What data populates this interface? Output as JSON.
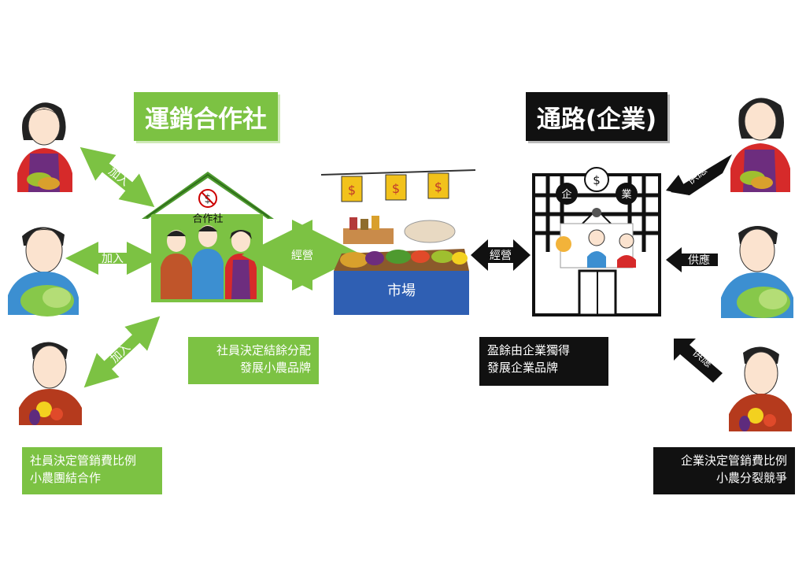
{
  "titles": {
    "cooperative": "運銷合作社",
    "channel": "通路(企業)"
  },
  "coop_house": {
    "sign": "合作社"
  },
  "market": {
    "label": "市場",
    "flag_symbol": "$"
  },
  "company": {
    "left_sign": "企",
    "right_sign": "業",
    "dollar_symbol": "$"
  },
  "arrows": {
    "join_top": "加入",
    "join_mid": "加入",
    "join_bottom": "加入",
    "operate_left": "經營",
    "operate_right": "經營",
    "supply_top": "供應",
    "supply_mid": "供應",
    "supply_bottom": "供應"
  },
  "notes": {
    "coop_surplus": [
      "社員決定結餘分配",
      "發展小農品牌"
    ],
    "coop_members": [
      "社員決定管銷費比例",
      "小農團結合作"
    ],
    "company_surplus": [
      "盈餘由企業獨得",
      "發展企業品牌"
    ],
    "company_farmers": [
      "企業決定管銷費比例",
      "小農分裂競爭"
    ]
  },
  "colors": {
    "coop_green": "#7cc243",
    "company_black": "#111111",
    "market_blue": "#2f5fb3",
    "flag_yellow": "#f2c21b"
  }
}
